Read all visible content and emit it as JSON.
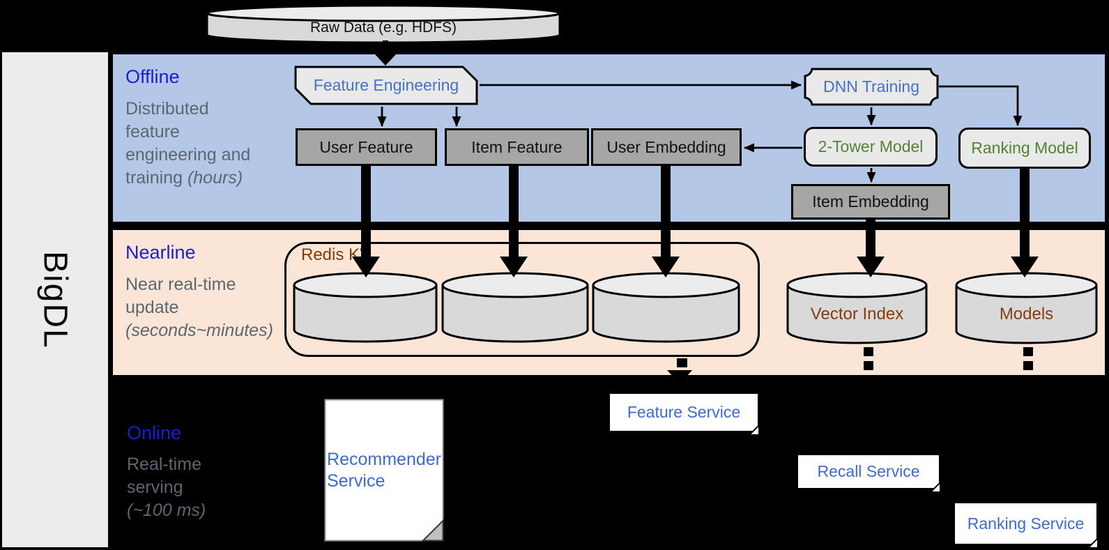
{
  "brand": {
    "name": "BigDL"
  },
  "raw_data_label": "Raw Data (e.g. HDFS)",
  "bands": {
    "offline": {
      "title": "Offline",
      "desc": "Distributed\nfeature\nengineering and\ntraining ",
      "desc_italic": "(hours)"
    },
    "nearline": {
      "title": "Nearline",
      "desc": "Near real-time\nupdate\n",
      "desc_italic": "(seconds~minutes)"
    },
    "online": {
      "title": "Online",
      "desc": "Real-time\nserving\n",
      "desc_italic": "(~100 ms)"
    }
  },
  "nodes": {
    "feature_engineering": "Feature Engineering",
    "user_feature": "User Feature",
    "item_feature": "Item Feature",
    "user_embedding": "User Embedding",
    "dnn_training": "DNN Training",
    "two_tower_model": "2-Tower Model",
    "ranking_model": "Ranking Model",
    "item_embedding": "Item Embedding",
    "redis_kv": "Redis KV",
    "vector_index": "Vector Index",
    "models": "Models",
    "recommender_service": "Recommender Service",
    "feature_service": "Feature Service",
    "recall_service": "Recall Service",
    "ranking_service": "Ranking Service"
  },
  "colors": {
    "offline_band_bg": "#b4c7e7",
    "nearline_band_bg": "#fbe5d6",
    "online_band_bg": "#000000",
    "band_title_blue": "#1b1cd6",
    "desc_gray": "#5b6770",
    "node_blue": "#4472c4",
    "node_green": "#548235",
    "node_brown": "#843c0c",
    "dark_box": "#a6a6a6",
    "light_box": "#e9e9e9",
    "cylinder_body": "#d9d9d9",
    "service_text_blue": "#3e6bd0"
  }
}
